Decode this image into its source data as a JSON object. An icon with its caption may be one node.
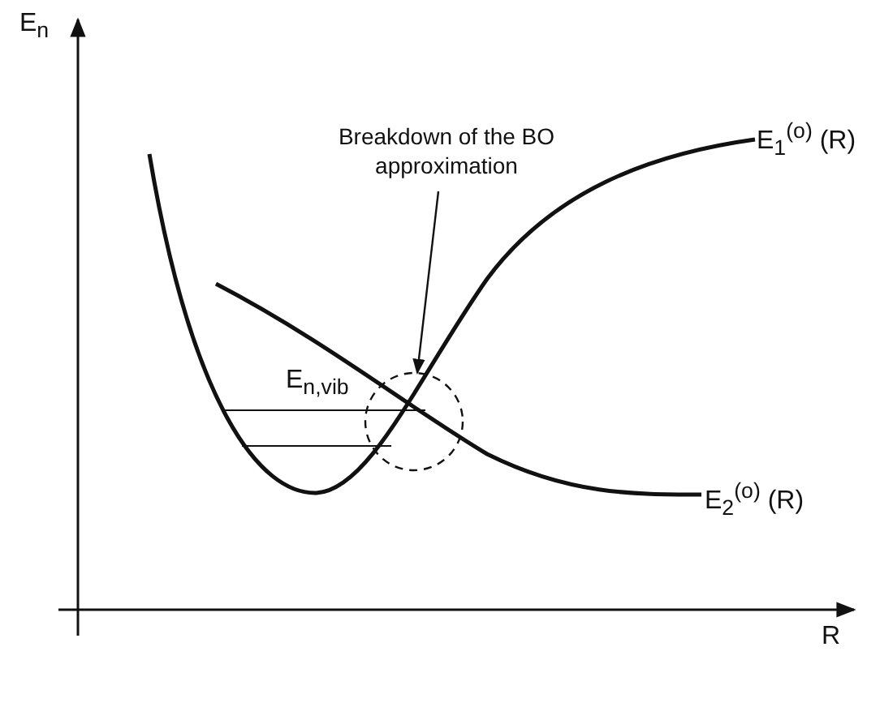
{
  "diagram": {
    "nodes": [
      {
        "text": [
          "Breakdown of the BO approximation"
        ]
      },
      {
        "text": [],
        "shape": "circle"
      }
    ],
    "edges": [
      {
        "from": 0,
        "to": 1,
        "arrow": "to"
      }
    ],
    "labels": [
      "E$_{n}$",
      "E$_{1}$$^{(o)}$ (R)",
      "E$_{n,vib}$",
      "E$_{2}$$^{(o)}$ (R)",
      "R"
    ]
  }
}
